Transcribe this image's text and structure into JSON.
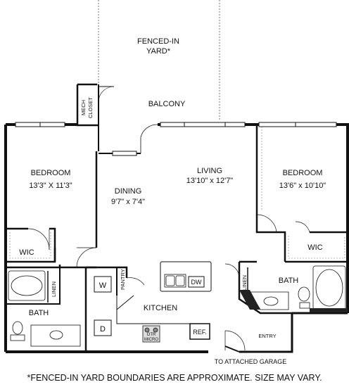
{
  "rooms": {
    "yard": {
      "line1": "FENCED-IN",
      "line2": "YARD*"
    },
    "balcony": {
      "name": "BALCONY"
    },
    "mech_closet": {
      "line1": "MECH",
      "line2": "CLOSET"
    },
    "bedroom_left": {
      "name": "BEDROOM",
      "dims": "13'3\" X 11'3\""
    },
    "dining": {
      "name": "DINING",
      "dims": "9'7\" x 7'4\""
    },
    "living": {
      "name": "LIVING",
      "dims": "13'10\" x 12'7\""
    },
    "bedroom_right": {
      "name": "BEDROOM",
      "dims": "13'6\" x 10'10\""
    },
    "wic_left": {
      "name": "WIC"
    },
    "wic_right": {
      "name": "WIC"
    },
    "bath_left": {
      "name": "BATH"
    },
    "bath_right": {
      "name": "BATH"
    },
    "linen_left": {
      "name": "LINEN"
    },
    "linen_right": {
      "name": "LINEN"
    },
    "pantry": {
      "name": "PANTRY"
    },
    "kitchen": {
      "name": "KITCHEN"
    },
    "entry": {
      "name": "ENTRY"
    }
  },
  "fixtures": {
    "washer": "W",
    "dryer": "D",
    "dishwasher": "DW",
    "refrigerator": "REF.",
    "range_line1": "OTR",
    "range_line2": "MICRO"
  },
  "garage_label": "TO ATTACHED GARAGE",
  "footnote": "*FENCED-IN YARD BOUNDARIES ARE APPROXIMATE. SIZE MAY VARY."
}
